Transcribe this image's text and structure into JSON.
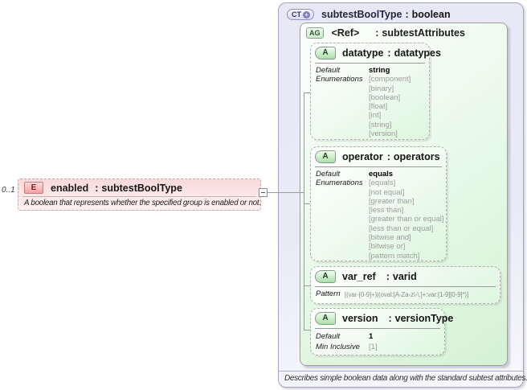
{
  "ui": {
    "colon": ":",
    "plus": "+"
  },
  "occurrence": "0..1",
  "element": {
    "badge": "E",
    "name": "enabled",
    "type": "subtestBoolType",
    "annotation": "A boolean that represents whether the specified group is enabled or not."
  },
  "complex_type": {
    "badge": "CT",
    "name": "subtestBoolType",
    "base": "boolean",
    "description": "Describes simple boolean data along with the standard subtest attributes."
  },
  "attribute_group": {
    "badge": "AG",
    "name": "<Ref>",
    "type": "subtestAttributes"
  },
  "attributes": [
    {
      "badge": "A",
      "name": "datatype",
      "type": "datatypes",
      "rows": [
        {
          "label": "Default",
          "value": "string"
        },
        {
          "label": "Enumerations",
          "value": "[component]"
        },
        {
          "label": "",
          "value": "[binary]"
        },
        {
          "label": "",
          "value": "[boolean]"
        },
        {
          "label": "",
          "value": "[float]"
        },
        {
          "label": "",
          "value": "[int]"
        },
        {
          "label": "",
          "value": "[string]"
        },
        {
          "label": "",
          "value": "[version]"
        }
      ]
    },
    {
      "badge": "A",
      "name": "operator",
      "type": "operators",
      "rows": [
        {
          "label": "Default",
          "value": "equals"
        },
        {
          "label": "Enumerations",
          "value": "[equals]"
        },
        {
          "label": "",
          "value": "[not equal]"
        },
        {
          "label": "",
          "value": "[greater than]"
        },
        {
          "label": "",
          "value": "[less than]"
        },
        {
          "label": "",
          "value": "[greater than or equal]"
        },
        {
          "label": "",
          "value": "[less than or equal]"
        },
        {
          "label": "",
          "value": "[bitwise and]"
        },
        {
          "label": "",
          "value": "[bitwise or]"
        },
        {
          "label": "",
          "value": "[pattern match]"
        }
      ]
    },
    {
      "badge": "A",
      "name": "var_ref",
      "type": "varid",
      "rows": [
        {
          "label": "Pattern",
          "value": "[(var-[0-9]+)|(oval:[A-Za-z\\-\\.]+:var:[1-9][0-9]*)]"
        }
      ]
    },
    {
      "badge": "A",
      "name": "version",
      "type": "versionType",
      "rows": [
        {
          "label": "Default",
          "value": "1"
        },
        {
          "label": "Min Inclusive",
          "value": "[1]"
        }
      ]
    }
  ]
}
